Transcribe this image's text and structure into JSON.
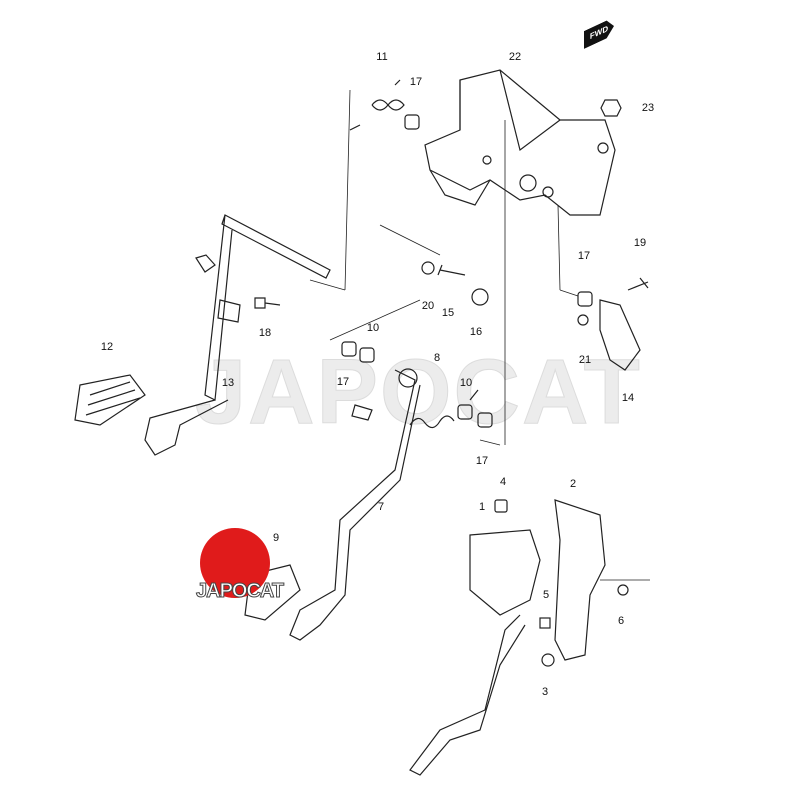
{
  "watermark": "JAPOCAT",
  "logo_text": "JAPOCAT",
  "fwd_label": "FWD",
  "colors": {
    "logo": "#e01b1b",
    "line": "#222222"
  },
  "callouts": [
    "11",
    "17",
    "22",
    "23",
    "19",
    "17",
    "20",
    "15",
    "16",
    "18",
    "10",
    "12",
    "17",
    "13",
    "8",
    "10",
    "21",
    "14",
    "17",
    "4",
    "2",
    "1",
    "7",
    "9",
    "5",
    "6",
    "3"
  ]
}
